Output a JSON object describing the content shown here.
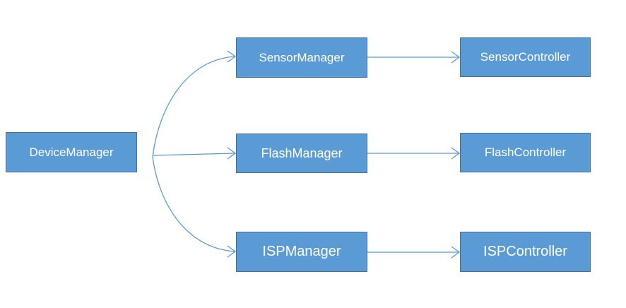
{
  "diagram": {
    "nodes": {
      "device_manager": "DeviceManager",
      "sensor_manager": "SensorManager",
      "flash_manager": "FlashManager",
      "isp_manager": "ISPManager",
      "sensor_controller": "SensorController",
      "flash_controller": "FlashController",
      "isp_controller": "ISPController"
    },
    "edges": [
      {
        "from": "DeviceManager",
        "to": "SensorManager"
      },
      {
        "from": "DeviceManager",
        "to": "FlashManager"
      },
      {
        "from": "DeviceManager",
        "to": "ISPManager"
      },
      {
        "from": "SensorManager",
        "to": "SensorController"
      },
      {
        "from": "FlashManager",
        "to": "FlashController"
      },
      {
        "from": "ISPManager",
        "to": "ISPController"
      }
    ],
    "colors": {
      "box_fill": "#5b9bd5",
      "box_border": "#41719c",
      "connector": "#5b9bd5",
      "text": "#ffffff"
    }
  }
}
